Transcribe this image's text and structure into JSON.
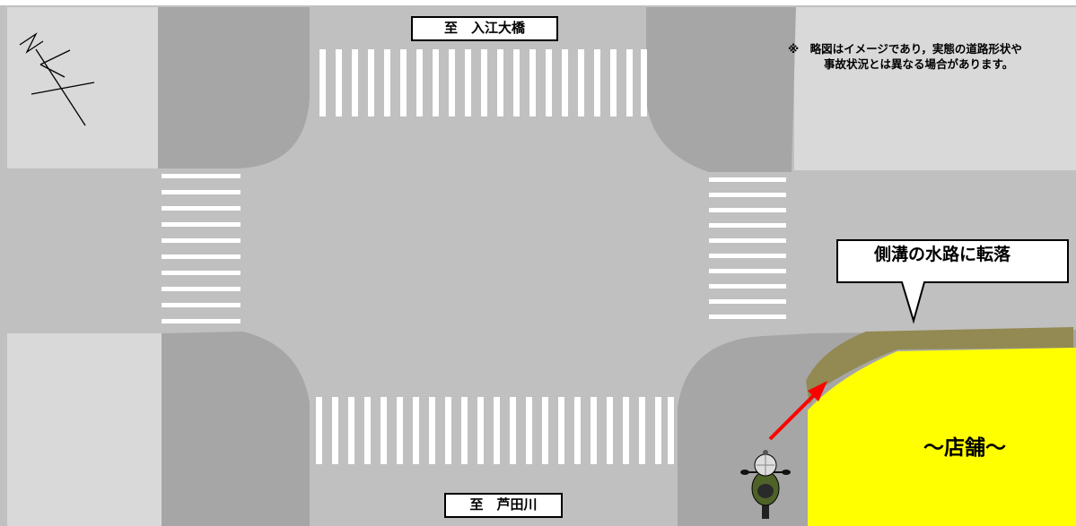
{
  "labels": {
    "north_destination": "至　入江大橋",
    "south_destination": "至　芦田川",
    "callout": "側溝の水路に転落",
    "store": "～店舗～"
  },
  "note": {
    "line1": "※　略図はイメージであり，実態の道路形状や",
    "line2": "事故状況とは異なる場合があります。"
  },
  "compass": {
    "letter": "N"
  },
  "colors": {
    "road": "#c0c0c0",
    "sidewalk_light": "#d9d9d9",
    "corner_dark": "#a6a6a6",
    "crosswalk": "#ffffff",
    "store": "#ffff00",
    "ditch": "#938953",
    "arrow": "#ff0000",
    "rider_jacket": "#4f6228"
  }
}
